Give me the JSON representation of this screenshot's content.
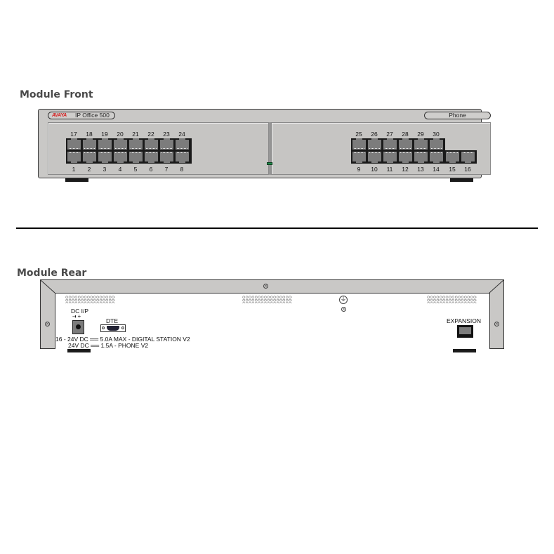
{
  "sections": {
    "front": {
      "title": "Module Front"
    },
    "rear": {
      "title": "Module Rear"
    }
  },
  "front_panel": {
    "brand_logo": "AVAYA",
    "model_name": "IP Office 500",
    "module_badge": "Phone",
    "left_block": {
      "top_ports": [
        "17",
        "18",
        "19",
        "20",
        "21",
        "22",
        "23",
        "24"
      ],
      "bottom_ports": [
        "1",
        "2",
        "3",
        "4",
        "5",
        "6",
        "7",
        "8"
      ]
    },
    "right_block": {
      "top_ports": [
        "25",
        "26",
        "27",
        "28",
        "29",
        "30"
      ],
      "bottom_ports": [
        "9",
        "10",
        "11",
        "12",
        "13",
        "14",
        "15",
        "16"
      ]
    },
    "led_color": "#1e8a4a"
  },
  "rear_panel": {
    "dc_input_label": "DC I/P",
    "dc_polarity": "-◐+",
    "dte_label": "DTE",
    "power_line_1": "16 - 24V DC ══ 5.0A MAX - DIGITAL STATION V2",
    "power_line_2": "24V DC ══ 1.5A - PHONE V2",
    "expansion_label": "EXPANSION",
    "ground_symbol": "⏚"
  },
  "colors": {
    "chassis": "#c9c8c6",
    "port": "#7c7c7c",
    "port_block": "#1a1a1a",
    "logo": "#d42020",
    "heading": "#4a4a4a"
  }
}
